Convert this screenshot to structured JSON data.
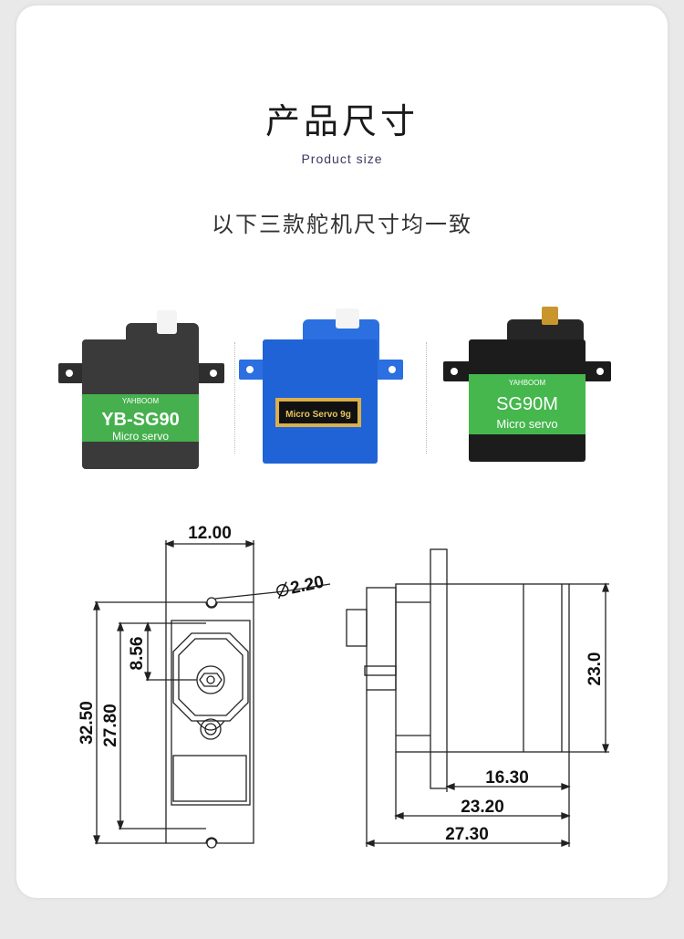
{
  "header": {
    "title": "产品尺寸",
    "subtitle": "Product size",
    "note": "以下三款舵机尺寸均一致"
  },
  "products": [
    {
      "brand": "YAHBOOM",
      "model": "YB-SG90",
      "caption": "Micro servo",
      "color": "#2f2f2f",
      "label_color": "#3fae49"
    },
    {
      "brand": "",
      "model": "Micro Servo 9g",
      "caption": "",
      "color": "#1f63d6",
      "label_color": "#111111"
    },
    {
      "brand": "YAHBOOM",
      "model": "SG90M",
      "caption": "Micro servo",
      "color": "#1c1c1c",
      "label_color": "#43b74d"
    }
  ],
  "dimensions": {
    "front_width": "12.00",
    "hole_diameter": "2.20",
    "shaft_offset": "8.56",
    "overall_height": "32.50",
    "hole_spacing": "27.80",
    "side_height": "23.0",
    "body_depth": "16.30",
    "flange_depth": "23.20",
    "overall_depth": "27.30"
  },
  "colors": {
    "ink": "#1a1a1a",
    "dimension_line": "#222222"
  }
}
